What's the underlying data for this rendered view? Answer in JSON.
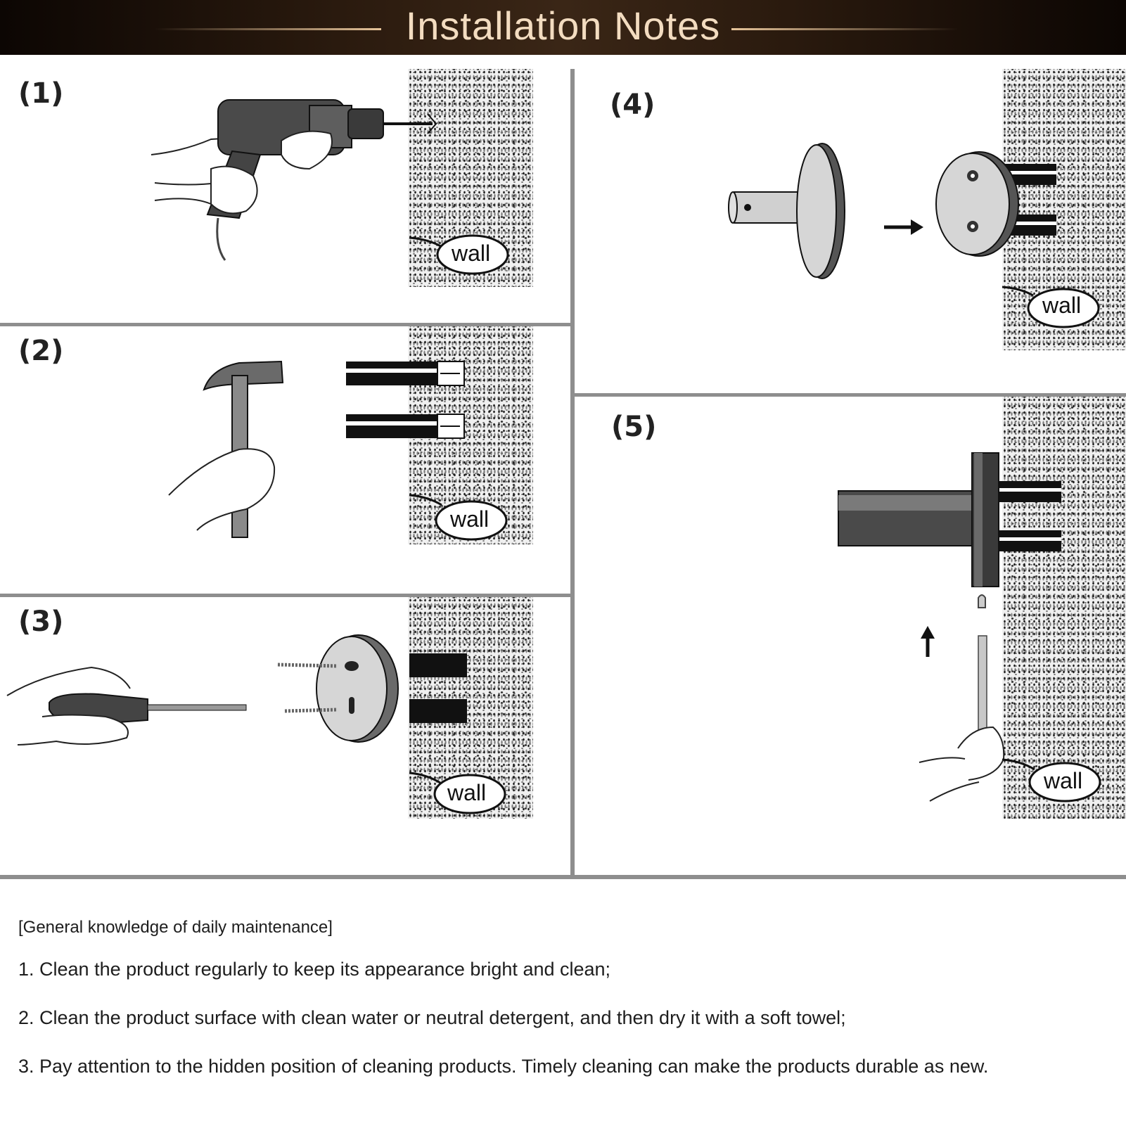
{
  "header": {
    "title": "Installation Notes",
    "accent_color": "#e6c49a"
  },
  "steps": [
    {
      "number": "(1)",
      "wall_label": "wall",
      "icon": "drill-icon"
    },
    {
      "number": "(2)",
      "wall_label": "wall",
      "icon": "hammer-icon"
    },
    {
      "number": "(3)",
      "wall_label": "wall",
      "icon": "screwdriver-icon"
    },
    {
      "number": "(4)",
      "wall_label": "wall",
      "icon": "holder-icon"
    },
    {
      "number": "(5)",
      "wall_label": "wall",
      "icon": "allen-key-icon"
    }
  ],
  "maintenance": {
    "heading": "[General knowledge of daily maintenance]",
    "items": [
      "1. Clean the product regularly to keep its appearance bright and clean;",
      "2. Clean the product surface with clean water or neutral detergent, and then dry it with a soft towel;",
      "3. Pay attention to the hidden position of cleaning products. Timely cleaning can make the products durable as new."
    ]
  }
}
